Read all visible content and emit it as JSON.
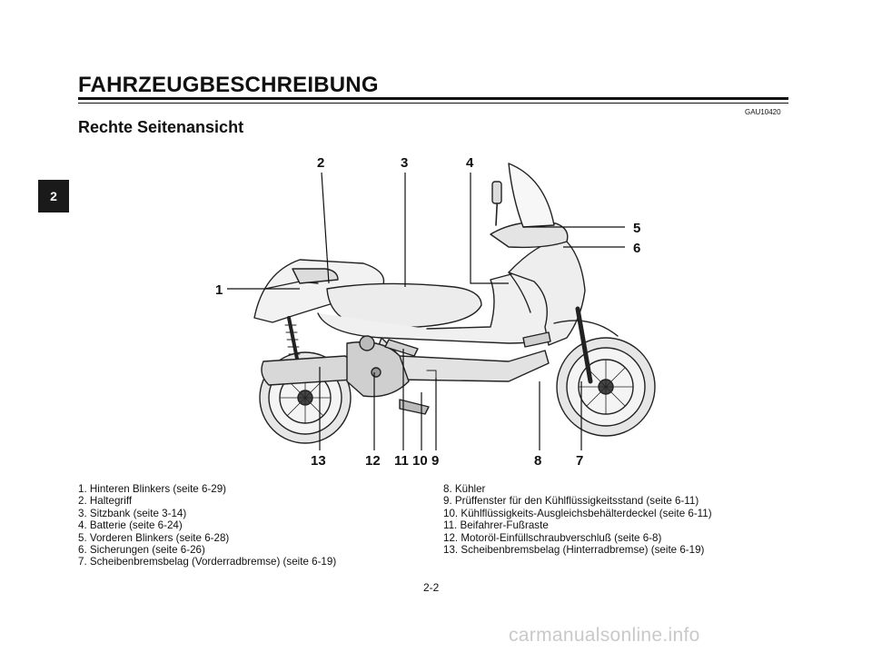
{
  "chapter_title": "FAHRZEUGBESCHREIBUNG",
  "doc_code": "GAU10420",
  "section_title": "Rechte Seitenansicht",
  "chapter_tab": "2",
  "figure_labels": [
    "1",
    "2",
    "3",
    "4",
    "5",
    "6",
    "7",
    "8",
    "9",
    "10",
    "11",
    "12",
    "13"
  ],
  "legend_left": [
    "1. Hinteren Blinkers (seite 6-29)",
    "2. Haltegriff",
    "3. Sitzbank (seite 3-14)",
    "4. Batterie (seite 6-24)",
    "5. Vorderen Blinkers (seite 6-28)",
    "6. Sicherungen (seite 6-26)",
    "7. Scheibenbremsbelag (Vorderradbremse) (seite 6-19)"
  ],
  "legend_right": [
    "8. Kühler",
    "9. Prüffenster für den Kühlflüssigkeitsstand (seite 6-11)",
    "10. Kühlflüssigkeits-Ausgleichsbehälterdeckel (seite 6-11)",
    "11. Beifahrer-Fußraste",
    "12. Motoröl-Einfüllschraubverschluß (seite 6-8)",
    "13. Scheibenbremsbelag (Hinterradbremse) (seite 6-19)"
  ],
  "page_number": "2-2",
  "watermark": "carmanualsonline.info"
}
